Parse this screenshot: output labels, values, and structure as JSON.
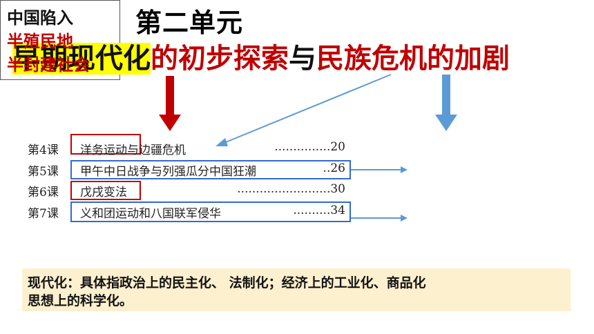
{
  "unit_title": "第二单元",
  "headline": {
    "part1": "早期现代化",
    "part2": "的初步探索",
    "part3": "与",
    "part4": "民族危机的加剧"
  },
  "toc": [
    {
      "lesson": "第4课",
      "title": "洋务运动与边疆危机",
      "page": "...............20"
    },
    {
      "lesson": "第5课",
      "title": "甲午中日战争与列强瓜分中国狂潮",
      "page": "..26"
    },
    {
      "lesson": "第6课",
      "title": "戊戌变法",
      "page": ".........................30"
    },
    {
      "lesson": "第7课",
      "title": "义和团运动和八国联军侵华",
      "page": "..........34"
    }
  ],
  "result_box": {
    "line1": "中国陷入",
    "line2": "半殖民地",
    "line3": "半封建社会"
  },
  "definition": {
    "line1": "现代化：具体指政治上的民主化、  法制化；经济上的工业化、商品化",
    "line2": "思想上的科学化。"
  },
  "colors": {
    "highlight": "#ffff00",
    "accent_red": "#c00000",
    "blue_box": "#2f6ad0",
    "arrow_blue": "#5b9bd5",
    "definition_bg": "#fdf0cf"
  }
}
